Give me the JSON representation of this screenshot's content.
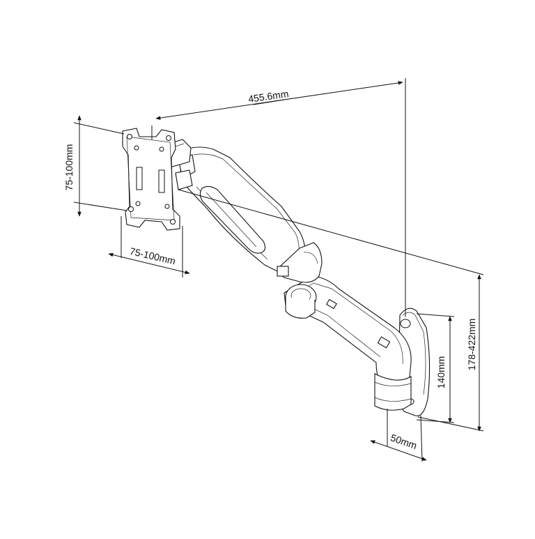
{
  "dimensions": {
    "arm_reach": "455.6mm",
    "vesa_height": "75-100mm",
    "vesa_width": "75-100mm",
    "plate_height": "140mm",
    "mount_height_range": "178-422mm",
    "plate_depth": "50mm"
  },
  "colors": {
    "line": "#111111",
    "background": "#ffffff"
  }
}
